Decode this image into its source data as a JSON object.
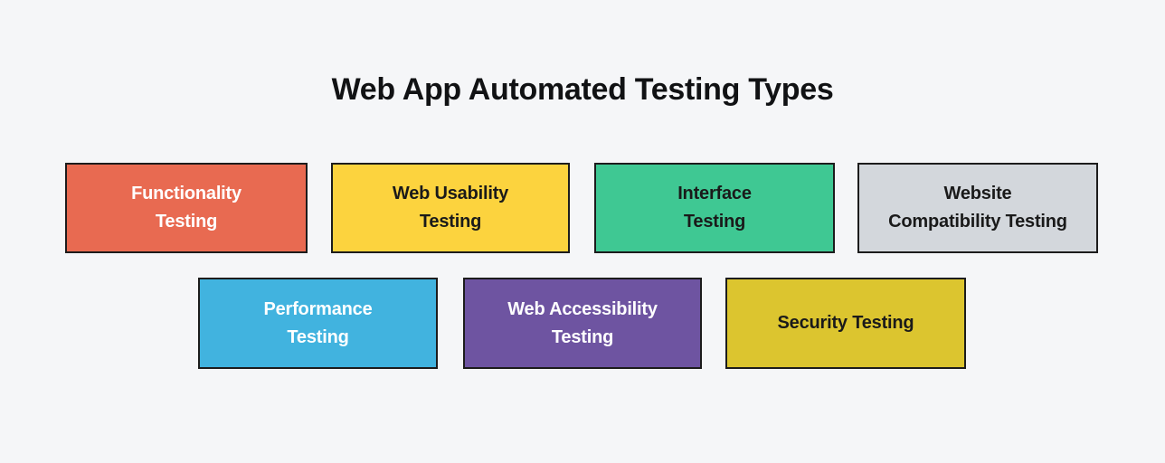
{
  "title": "Web App Automated Testing Types",
  "background_color": "#F5F6F8",
  "border_color": "#1C1C1C",
  "boxes": [
    {
      "id": "functionality-testing",
      "lines": [
        "Functionality",
        "Testing"
      ],
      "bg": "#E86A51",
      "text_color": "#FFFFFF"
    },
    {
      "id": "web-usability-testing",
      "lines": [
        "Web Usability",
        "Testing"
      ],
      "bg": "#FCD33E",
      "text_color": "#1A1A1A"
    },
    {
      "id": "interface-testing",
      "lines": [
        "Interface",
        "Testing"
      ],
      "bg": "#3FC893",
      "text_color": "#1A1A1A"
    },
    {
      "id": "website-compatibility-testing",
      "lines": [
        "Website",
        "Compatibility Testing"
      ],
      "bg": "#D3D7DC",
      "text_color": "#1A1A1A"
    },
    {
      "id": "performance-testing",
      "lines": [
        "Performance",
        "Testing"
      ],
      "bg": "#41B3DF",
      "text_color": "#FFFFFF"
    },
    {
      "id": "web-accessibility-testing",
      "lines": [
        "Web Accessibility",
        "Testing"
      ],
      "bg": "#6E54A1",
      "text_color": "#FFFFFF"
    },
    {
      "id": "security-testing",
      "lines": [
        "Security Testing"
      ],
      "bg": "#DCC52F",
      "text_color": "#1A1A1A"
    }
  ]
}
